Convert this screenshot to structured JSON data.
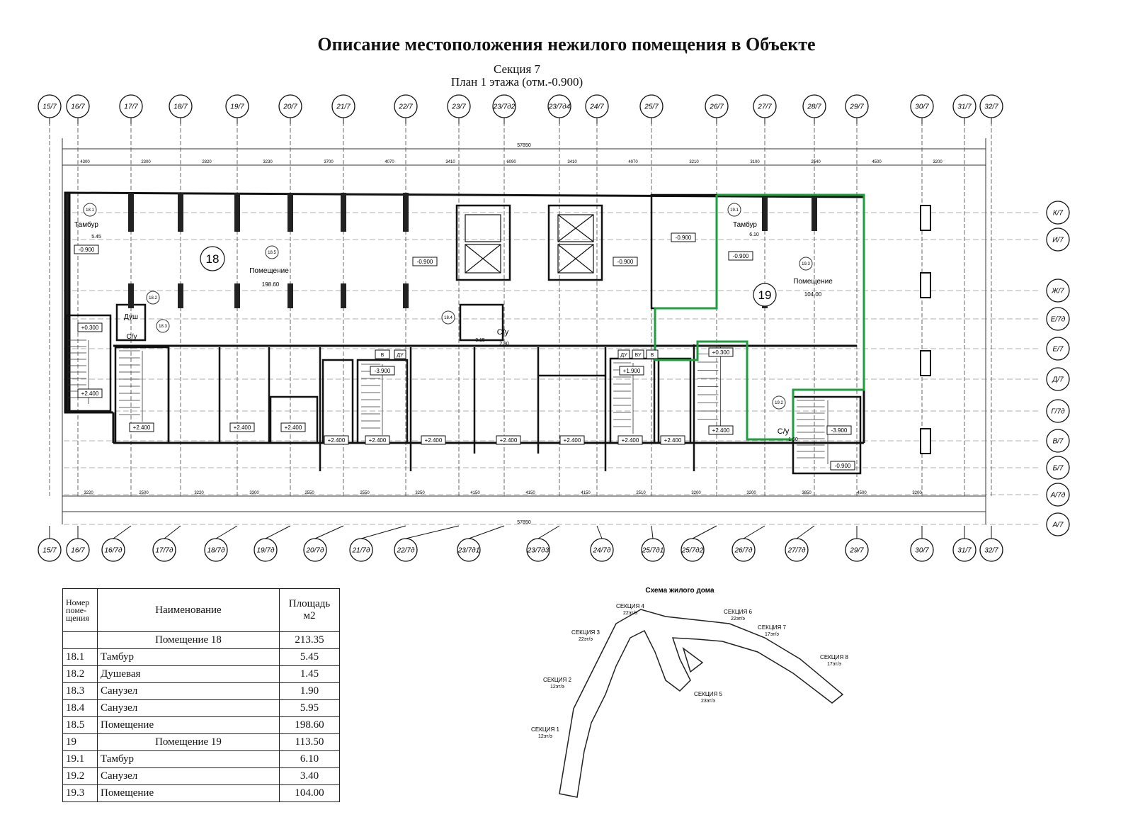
{
  "document": {
    "title": "Описание местоположения нежилого помещения в Объекте",
    "section": "Секция 7",
    "plan": "План 1 этажа (отм.-0.900)"
  },
  "plan": {
    "axes_top": [
      "15/7",
      "16/7",
      "17/7",
      "18/7",
      "19/7",
      "20/7",
      "21/7",
      "22/7",
      "23/7",
      "23/7д2",
      "23/7д4",
      "24/7",
      "25/7",
      "26/7",
      "27/7",
      "28/7",
      "29/7",
      "30/7",
      "31/7",
      "32/7"
    ],
    "axes_bottom": [
      "15/7",
      "16/7",
      "16/7д",
      "17/7д",
      "18/7д",
      "19/7д",
      "20/7д",
      "21/7д",
      "22/7д",
      "23/7д1",
      "23/7д3",
      "24/7д",
      "25/7д1",
      "25/7д2",
      "26/7д",
      "27/7д",
      "29/7",
      "30/7",
      "31/7",
      "32/7"
    ],
    "axes_right": [
      "К/7",
      "И/7",
      "Ж/7",
      "Е/7д",
      "Е/7",
      "Д/7",
      "Г/7д",
      "В/7",
      "Б/7",
      "А/7д",
      "А/7"
    ],
    "dims_top": [
      "4300",
      "2300",
      "2820",
      "3230",
      "3700",
      "4070",
      "3410",
      "6090",
      "3410",
      "4070",
      "3210",
      "3100",
      "2540",
      "4500",
      "3200"
    ],
    "dims_bottom": [
      "3220",
      "2500",
      "3220",
      "3300",
      "2550",
      "2550",
      "3250",
      "4150",
      "4150",
      "4150",
      "2510",
      "3200",
      "3200",
      "3850",
      "4500",
      "3200"
    ],
    "total_dim": "57850",
    "room18": {
      "num": "18",
      "name": "Помещение",
      "area": "198.60",
      "vestibule_label": "Тамбур",
      "vestibule_area": "5.45",
      "shower_label": "Душ",
      "wc_label": "С/у",
      "wc2_label": "С/у",
      "wc2_area": "2.80",
      "sub": [
        "18.1",
        "18.2",
        "18.3",
        "18.4",
        "18.5"
      ],
      "sub_small": "3.15"
    },
    "room19": {
      "num": "19",
      "name": "Помещение",
      "area": "104.00",
      "vestibule_label": "Тамбур",
      "vestibule_area": "6.10",
      "wc_label": "С/у",
      "wc_area": "1.60",
      "sub": [
        "19.1",
        "19.2",
        "19.3"
      ]
    },
    "levels": [
      "-0.900",
      "+0.300",
      "+2.400",
      "-3.900",
      "+1.900"
    ],
    "marks": [
      "В",
      "ДУ",
      "ВУ"
    ],
    "highlight_color": "#1f9e3e"
  },
  "scheme": {
    "title": "Схема жилого дома",
    "sections": [
      {
        "name": "СЕКЦИЯ 1",
        "floors": "12эт/э"
      },
      {
        "name": "СЕКЦИЯ 2",
        "floors": "12эт/э"
      },
      {
        "name": "СЕКЦИЯ 3",
        "floors": "22эт/э"
      },
      {
        "name": "СЕКЦИЯ 4",
        "floors": "22эт/э"
      },
      {
        "name": "СЕКЦИЯ 5",
        "floors": "23эт/э"
      },
      {
        "name": "СЕКЦИЯ 6",
        "floors": "22эт/э"
      },
      {
        "name": "СЕКЦИЯ 7",
        "floors": "17эт/э"
      },
      {
        "name": "СЕКЦИЯ 8",
        "floors": "17эт/э"
      }
    ]
  },
  "table": {
    "headers": [
      "Номер поме-щения",
      "Наименование",
      "Площадь м2"
    ],
    "rows": [
      {
        "num": "",
        "name": "Помещение 18",
        "area": "213.35",
        "group": true
      },
      {
        "num": "18.1",
        "name": "Тамбур",
        "area": "5.45"
      },
      {
        "num": "18.2",
        "name": "Душевая",
        "area": "1.45"
      },
      {
        "num": "18.3",
        "name": "Санузел",
        "area": "1.90"
      },
      {
        "num": "18.4",
        "name": "Санузел",
        "area": "5.95"
      },
      {
        "num": "18.5",
        "name": "Помещение",
        "area": "198.60"
      },
      {
        "num": "19",
        "name": "Помещение 19",
        "area": "113.50",
        "group": true
      },
      {
        "num": "19.1",
        "name": "Тамбур",
        "area": "6.10"
      },
      {
        "num": "19.2",
        "name": "Санузел",
        "area": "3.40"
      },
      {
        "num": "19.3",
        "name": "Помещение",
        "area": "104.00"
      }
    ]
  }
}
